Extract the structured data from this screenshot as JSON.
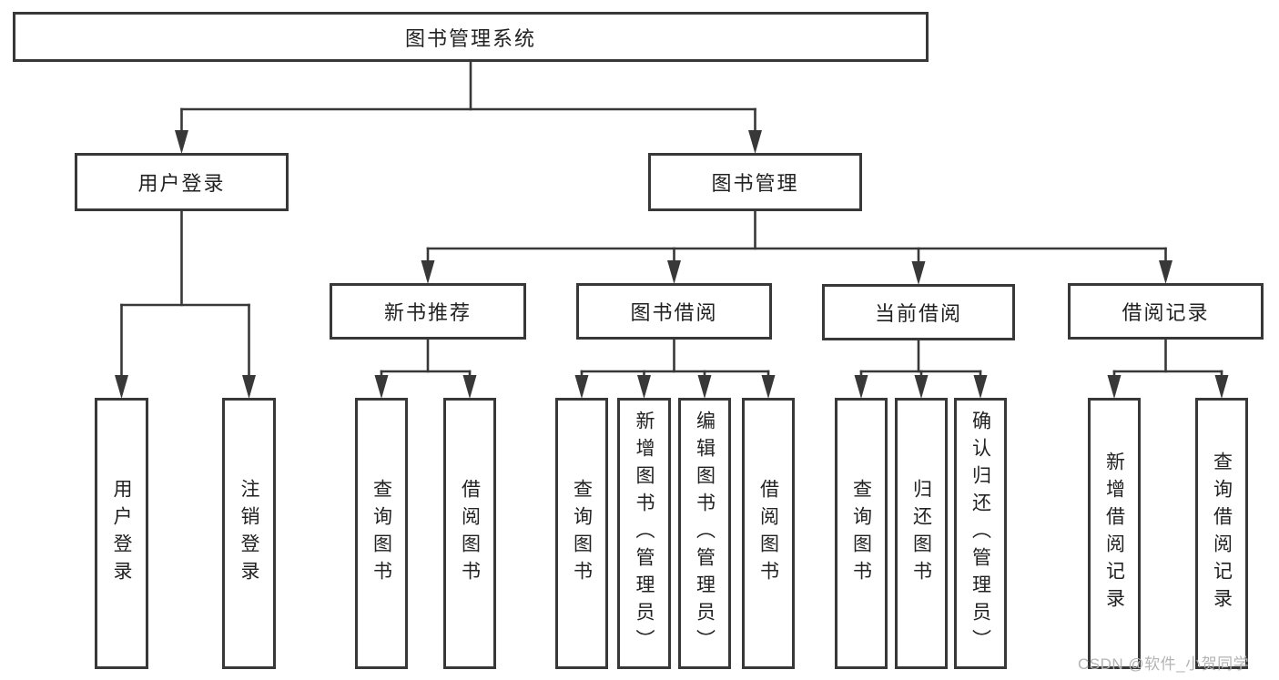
{
  "diagram": {
    "title_node": "图书管理系统",
    "nodes": [
      {
        "id": "root",
        "label": "图书管理系统",
        "vertical": false
      },
      {
        "id": "user-login",
        "label": "用户登录",
        "vertical": false
      },
      {
        "id": "book-mgmt",
        "label": "图书管理",
        "vertical": false
      },
      {
        "id": "new-book-rec",
        "label": "新书推荐",
        "vertical": false
      },
      {
        "id": "book-borrowing",
        "label": "图书借阅",
        "vertical": false
      },
      {
        "id": "current-borrowing",
        "label": "当前借阅",
        "vertical": false
      },
      {
        "id": "borrowing-records",
        "label": "借阅记录",
        "vertical": false
      },
      {
        "id": "leaf-user-login",
        "label": "用户登录",
        "vertical": true
      },
      {
        "id": "leaf-logout",
        "label": "注销登录",
        "vertical": true
      },
      {
        "id": "leaf-query-books-1",
        "label": "查询图书",
        "vertical": true
      },
      {
        "id": "leaf-borrow-books-1",
        "label": "借阅图书",
        "vertical": true
      },
      {
        "id": "leaf-query-books-2",
        "label": "查询图书",
        "vertical": true
      },
      {
        "id": "leaf-add-books",
        "label": "新增图书（管理员）",
        "vertical": true
      },
      {
        "id": "leaf-edit-books",
        "label": "编辑图书（管理员）",
        "vertical": true
      },
      {
        "id": "leaf-borrow-books-2",
        "label": "借阅图书",
        "vertical": true
      },
      {
        "id": "leaf-query-books-3",
        "label": "查询图书",
        "vertical": true
      },
      {
        "id": "leaf-return-books",
        "label": "归还图书",
        "vertical": true
      },
      {
        "id": "leaf-confirm-return",
        "label": "确认归还（管理员）",
        "vertical": true
      },
      {
        "id": "leaf-add-borrow-record",
        "label": "新增借阅记录",
        "vertical": true
      },
      {
        "id": "leaf-query-borrow-record",
        "label": "查询借阅记录",
        "vertical": true
      }
    ],
    "edges": [
      {
        "from": "root",
        "to": [
          "user-login",
          "book-mgmt"
        ]
      },
      {
        "from": "user-login",
        "to": [
          "leaf-user-login",
          "leaf-logout"
        ]
      },
      {
        "from": "book-mgmt",
        "to": [
          "new-book-rec",
          "book-borrowing",
          "current-borrowing",
          "borrowing-records"
        ]
      },
      {
        "from": "new-book-rec",
        "to": [
          "leaf-query-books-1",
          "leaf-borrow-books-1"
        ]
      },
      {
        "from": "book-borrowing",
        "to": [
          "leaf-query-books-2",
          "leaf-add-books",
          "leaf-edit-books",
          "leaf-borrow-books-2"
        ]
      },
      {
        "from": "current-borrowing",
        "to": [
          "leaf-query-books-3",
          "leaf-return-books",
          "leaf-confirm-return"
        ]
      },
      {
        "from": "borrowing-records",
        "to": [
          "leaf-add-borrow-record",
          "leaf-query-borrow-record"
        ]
      }
    ]
  },
  "watermark": {
    "text": "CSDN @软件_小贺同学"
  },
  "colors": {
    "line": "#383838",
    "box_border": "#383838",
    "text": "#222222",
    "watermark_text": "#b4b4b4",
    "background": "#ffffff"
  }
}
